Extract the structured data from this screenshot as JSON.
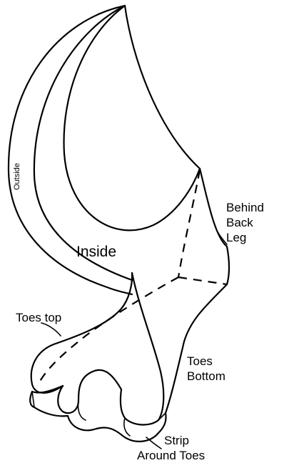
{
  "labels": {
    "outside": "Outside",
    "inside": "Inside",
    "behind_back_leg": [
      "Behind",
      "Back",
      "Leg"
    ],
    "toes_top": "Toes top",
    "toes_bottom": [
      "Toes",
      "Bottom"
    ],
    "strip_around_toes": [
      "Strip",
      "Around Toes"
    ]
  }
}
